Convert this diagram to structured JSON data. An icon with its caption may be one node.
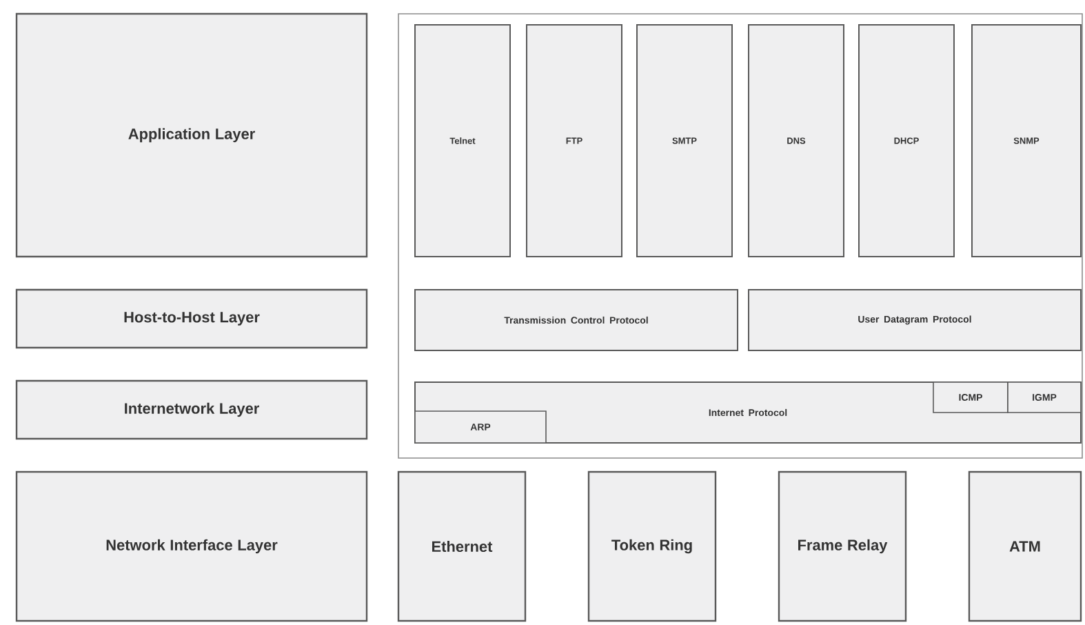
{
  "diagram": {
    "nodes": [
      {
        "text": [
          "Application Layer"
        ]
      },
      {
        "text": [
          "Host-to-Host Layer"
        ]
      },
      {
        "text": [
          "Internetwork Layer"
        ]
      },
      {
        "text": [],
        "shape": "box"
      },
      {
        "text": [
          "Telnet"
        ],
        "in": 3
      },
      {
        "text": [
          "FTP"
        ],
        "in": 3
      },
      {
        "text": [
          "SMTP"
        ],
        "in": 3
      },
      {
        "text": [
          "DNS"
        ],
        "in": 3
      },
      {
        "text": [
          "DHCP"
        ],
        "in": 3
      },
      {
        "text": [
          "SNMP"
        ],
        "in": 3
      },
      {
        "text": [
          "Transmission Control Protocol"
        ],
        "in": 3
      },
      {
        "text": [
          "User Datagram Protocol"
        ],
        "in": 3
      },
      {
        "text": [
          "Internet Protocol"
        ],
        "in": 3
      },
      {
        "text": [
          "ARP"
        ],
        "in": 12
      },
      {
        "text": [
          "ICMP"
        ],
        "in": 12
      },
      {
        "text": [
          "IGMP"
        ],
        "in": 12
      },
      {
        "text": [
          "Network Interface Layer"
        ]
      },
      {
        "text": [
          "Ethernet"
        ]
      },
      {
        "text": [
          "Token Ring"
        ]
      },
      {
        "text": [
          "Frame Relay"
        ]
      },
      {
        "text": [
          "ATM"
        ]
      }
    ]
  }
}
